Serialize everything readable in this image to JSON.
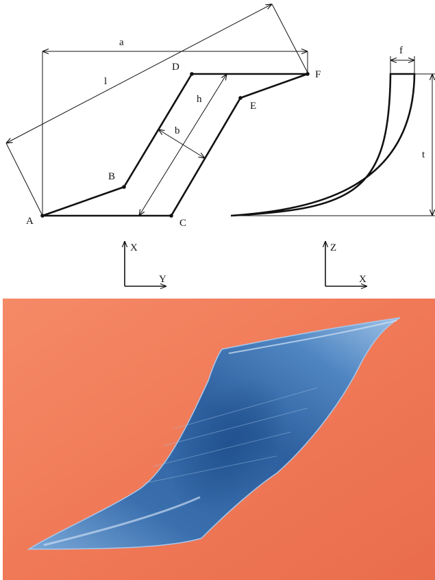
{
  "diagram": {
    "points": {
      "A": "A",
      "B": "B",
      "C": "C",
      "D": "D",
      "E": "E",
      "F": "F"
    },
    "dimensions": {
      "a": "a",
      "l": "l",
      "h": "h",
      "b": "b",
      "f": "f",
      "t": "t"
    },
    "axes_left": {
      "vertical": "X",
      "horizontal": "Y"
    },
    "axes_right": {
      "vertical": "Z",
      "horizontal": "X"
    }
  },
  "photo": {
    "background_color": "#f07a5a",
    "object_color": "#3f78b8"
  }
}
